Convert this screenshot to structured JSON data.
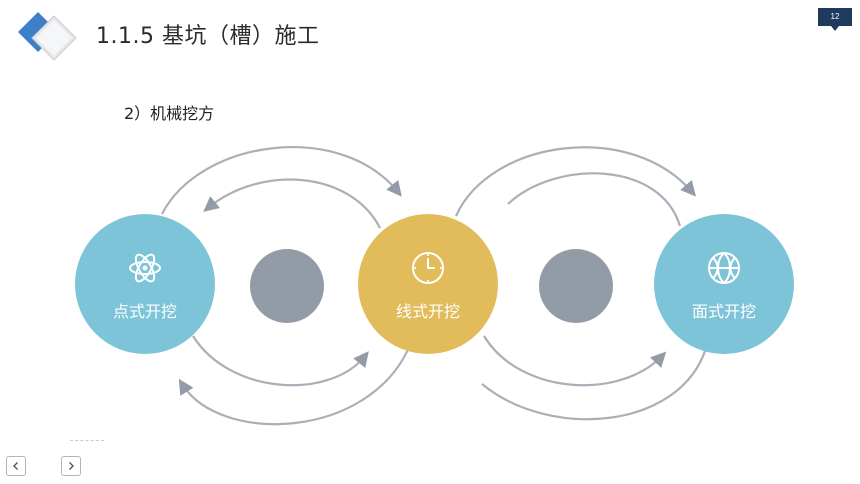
{
  "header": {
    "title": "1.1.5  基坑（槽）施工",
    "page_number": "12"
  },
  "section": {
    "subtitle": "2）机械挖方"
  },
  "methods": [
    {
      "label": "点式开挖",
      "icon": "atom-icon",
      "color": "#7dc4d8"
    },
    {
      "label": "线式开挖",
      "icon": "clock-icon",
      "color": "#e2bb5a"
    },
    {
      "label": "面式开挖",
      "icon": "basketball-icon",
      "color": "#7dc4d8"
    }
  ],
  "colors": {
    "accent_dark": "#1f3a5c",
    "logo_blue": "#3f7fc7",
    "arrow_gray": "#939ca6",
    "connector_gray": "#939ca6"
  }
}
